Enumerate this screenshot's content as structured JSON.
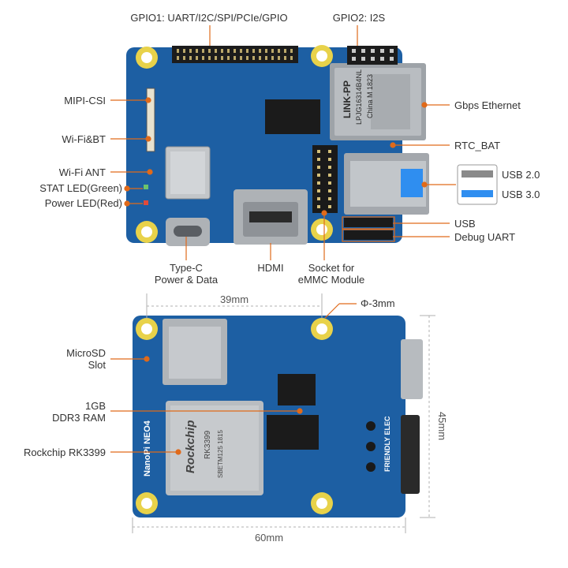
{
  "top": {
    "gpio1": "GPIO1: UART/I2C/SPI/PCIe/GPIO",
    "gpio2": "GPIO2: I2S",
    "mipi_csi": "MIPI-CSI",
    "wifi_bt": "Wi-Fi&BT",
    "wifi_ant": "Wi-Fi ANT",
    "stat_led": "STAT LED(Green)",
    "power_led": "Power LED(Red)",
    "gbps_ethernet": "Gbps Ethernet",
    "rtc_bat": "RTC_BAT",
    "usb20": "USB 2.0",
    "usb30": "USB 3.0",
    "usb": "USB",
    "debug_uart": "Debug UART",
    "typec_line1": "Type-C",
    "typec_line2": "Power & Data",
    "hdmi": "HDMI",
    "emmc_line1": "Socket for",
    "emmc_line2": "eMMC Module"
  },
  "bottom": {
    "dim_39": "39mm",
    "hole_dia": "Φ-3mm",
    "microsd_line1": "MicroSD",
    "microsd_line2": "Slot",
    "ram_line1": "1GB",
    "ram_line2": "DDR3 RAM",
    "rockchip": "Rockchip RK3399",
    "dim_45": "45mm",
    "dim_60": "60mm"
  },
  "board_print": {
    "eth_brand": "LINK-PP",
    "eth_part": "LPJG16314B4NL",
    "eth_origin": "China M 1823",
    "soc_brand": "Rockchip",
    "soc_model": "RK3399",
    "soc_code": "SBETM125 1815",
    "board_name": "NanoPi NEO4",
    "friendly": "FRIENDLY ELEC"
  },
  "colors": {
    "label_text": "#333333",
    "leader_line": "#e06a1a",
    "pcb_blue": "#1d5fa3",
    "mount_pad": "#e8d24a",
    "usb20_swatch": "#8a8a8a",
    "usb30_swatch": "#2f8ef0"
  }
}
